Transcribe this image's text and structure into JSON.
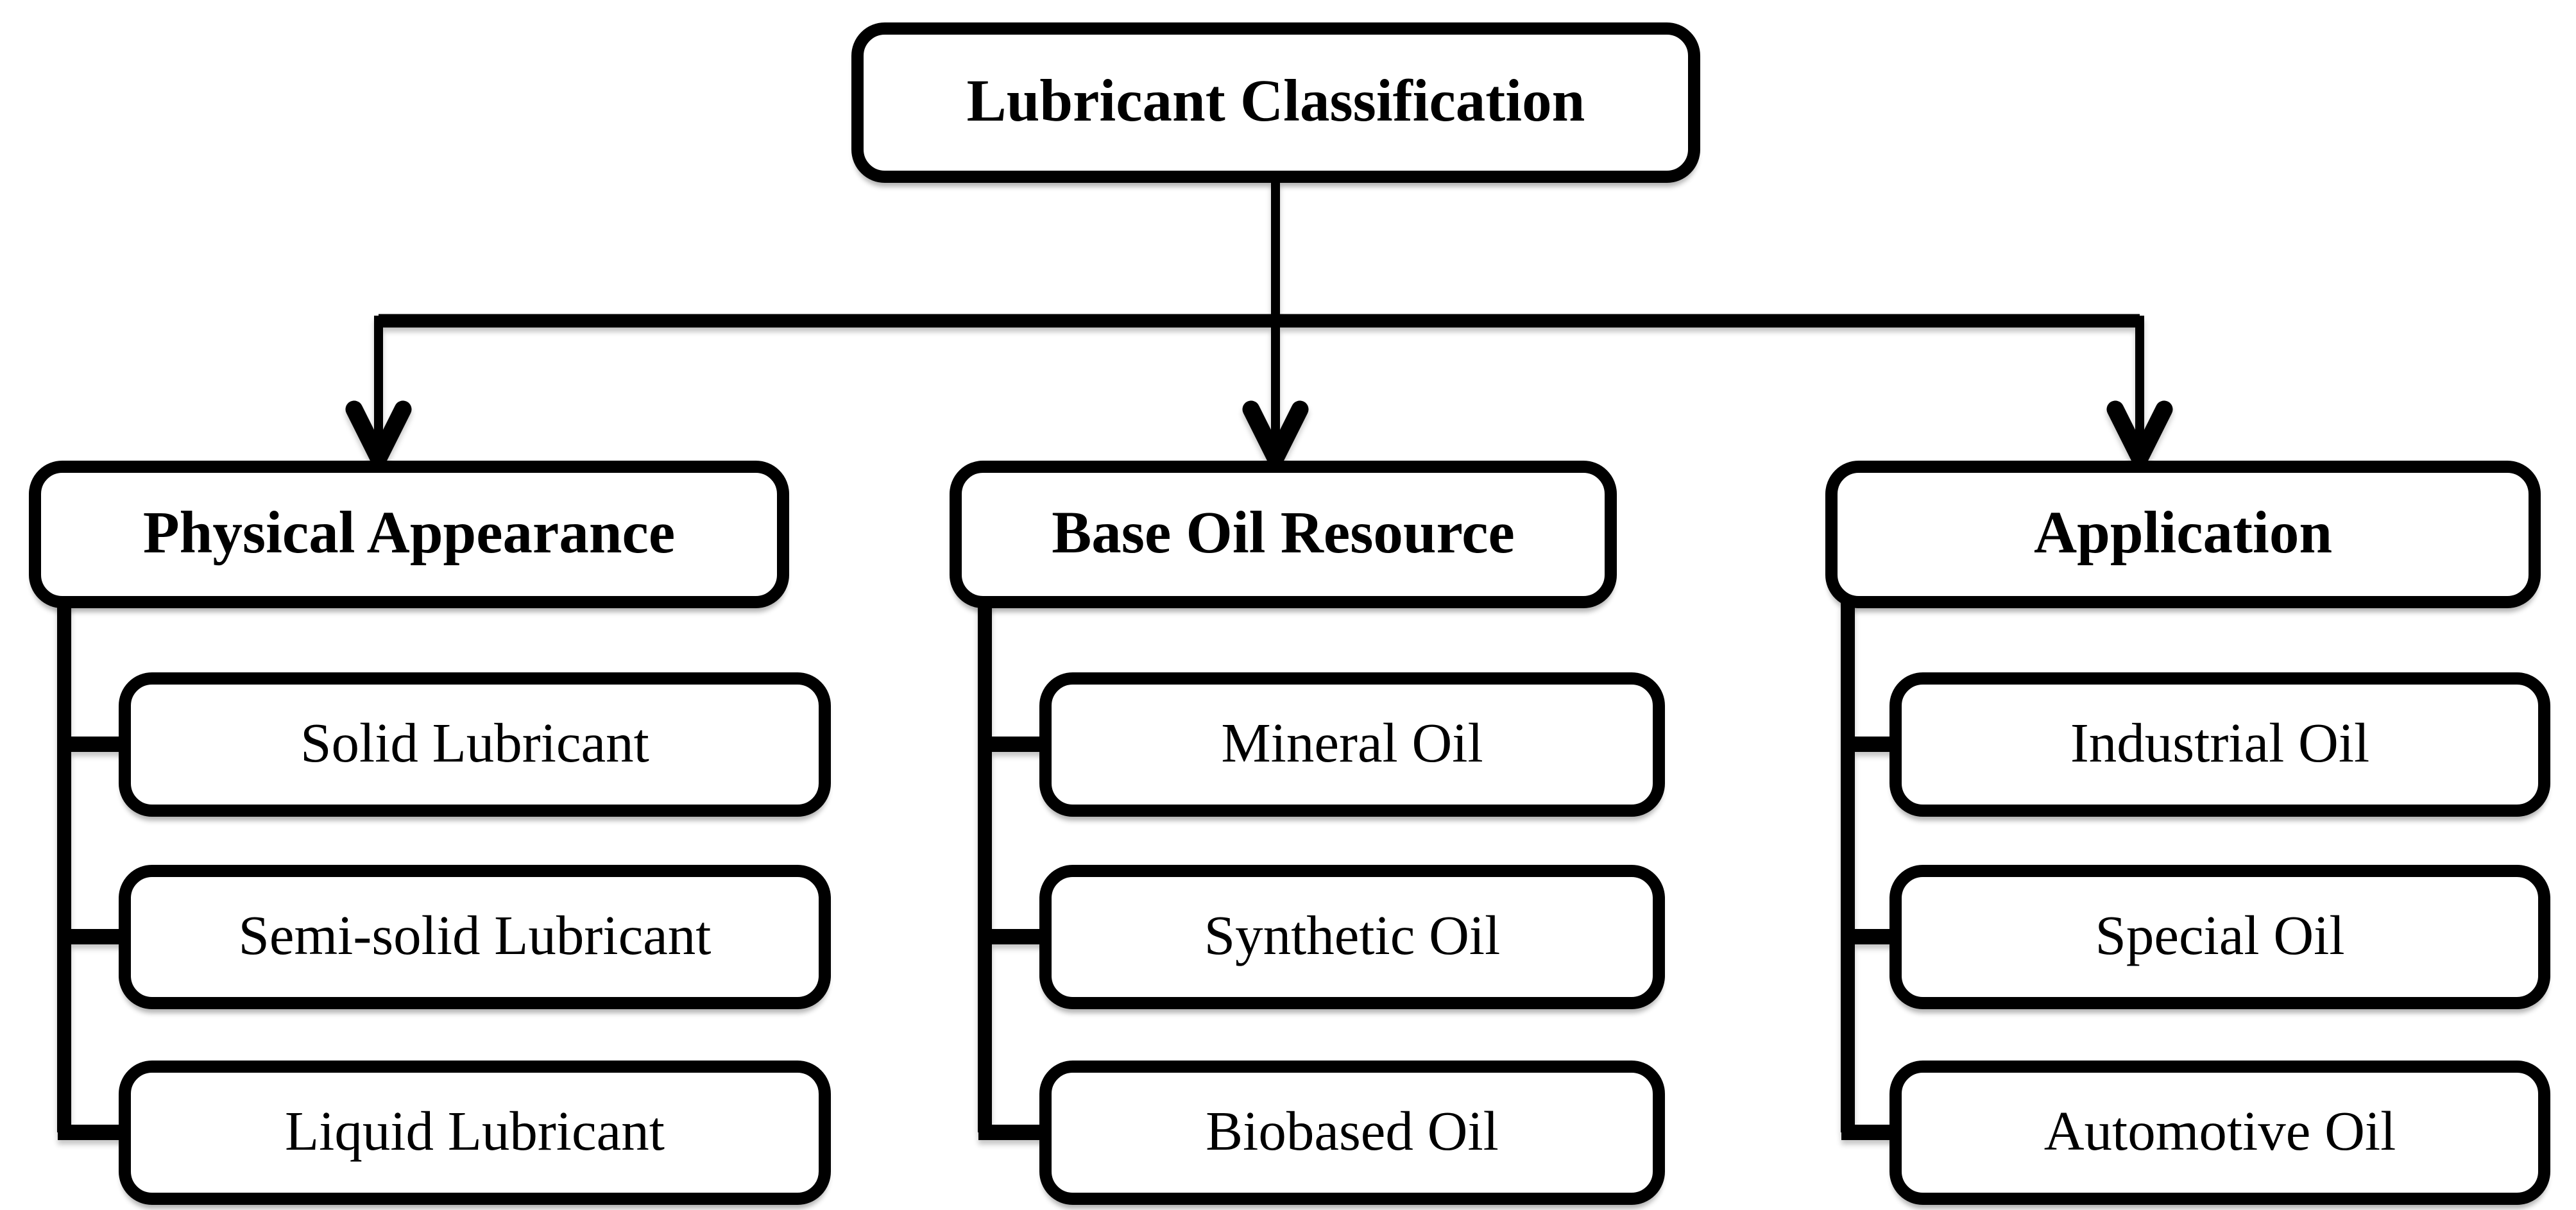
{
  "diagram": {
    "type": "flowchart-hierarchy",
    "root": {
      "label": "Lubricant Classification"
    },
    "branches": [
      {
        "label": "Physical Appearance",
        "children": [
          "Solid Lubricant",
          "Semi-solid Lubricant",
          "Liquid Lubricant"
        ]
      },
      {
        "label": "Base Oil Resource",
        "children": [
          "Mineral Oil",
          "Synthetic Oil",
          "Biobased Oil"
        ]
      },
      {
        "label": "Application",
        "children": [
          "Industrial Oil",
          "Special Oil",
          "Automotive Oil"
        ]
      }
    ],
    "colors": {
      "stroke": "#000000",
      "background": "#ffffff",
      "text": "#000000"
    }
  }
}
